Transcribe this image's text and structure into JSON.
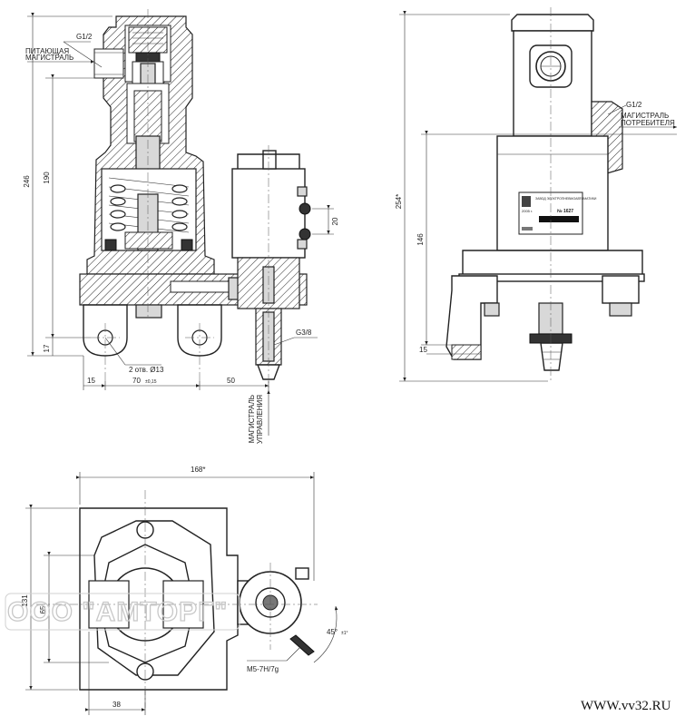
{
  "left_view": {
    "supply_label_line1": "ПИТАЮЩАЯ",
    "supply_label_line2": "МАГИСТРАЛЬ",
    "thread_top": "G1/2",
    "dim_246": "246",
    "dim_190": "190",
    "dim_17": "17",
    "dim_15": "15",
    "dim_70": "70",
    "dim_70_tol": "±0,15",
    "dim_50": "50",
    "dim_20": "20",
    "holes_label": "2 отв. Ø13",
    "thread_control": "G3/8",
    "control_label_line1": "МАГИСТРАЛЬ",
    "control_label_line2": "УПРАВЛЕНИЯ"
  },
  "right_view": {
    "thread": "G1/2",
    "consumer_label_line1": "МАГИСТРАЛЬ",
    "consumer_label_line2": "ПОТРЕБИТЕЛЯ",
    "dim_254": "254*",
    "dim_146": "146",
    "dim_15": "15",
    "plate_header": "ЗАВОД ЭЛЕКТРОПНЕВМОАВТОМАТИКИ",
    "plate_no": "№ 1627",
    "plate_year": "2005 г."
  },
  "bottom_view": {
    "dim_168": "168*",
    "dim_131": "131",
    "dim_65": "65",
    "dim_38": "38",
    "dim_45": "45°",
    "dim_45_tol": "±1°",
    "thread_m5": "M5-7H/7g"
  },
  "watermark": "ООО \"АМТОРГ\"",
  "site_url": "WWW.vv32.RU"
}
